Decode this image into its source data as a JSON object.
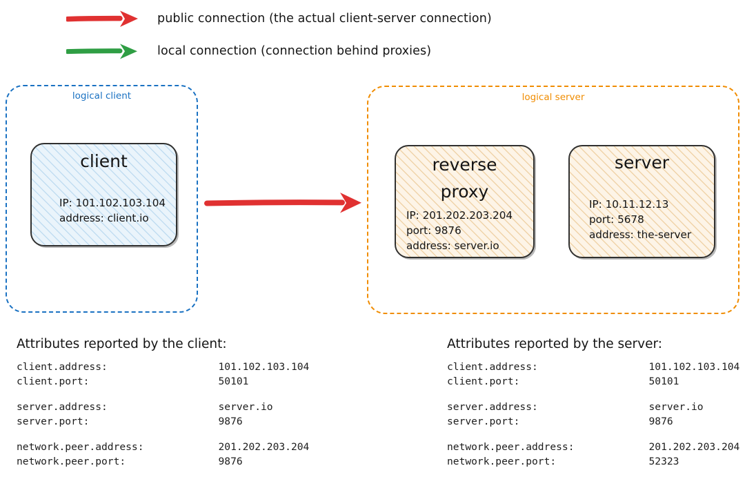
{
  "legend": {
    "items": [
      {
        "arrow": "red-arrow-icon",
        "color": "#e03131",
        "label": "public connection (the actual client-server connection)"
      },
      {
        "arrow": "green-arrow-icon",
        "color": "#2f9e44",
        "label": "local connection (connection behind proxies)"
      }
    ]
  },
  "diagram": {
    "connection_arrow": {
      "name": "public-connection-arrow",
      "color": "#e03131"
    },
    "client_group": {
      "label": "logical client",
      "color": "#1971c2",
      "node": {
        "title": "client",
        "lines": "IP: 101.102.103.104\naddress: client.io",
        "fill": "#eaf4fb",
        "hatch": "#b9d8ef"
      }
    },
    "server_group": {
      "label": "logical server",
      "color": "#f08c00",
      "nodes": [
        {
          "title": "reverse\nproxy",
          "lines": "IP: 201.202.203.204\nport: 9876\naddress: server.io",
          "fill": "#fdf4e7",
          "hatch": "#edcd9d"
        },
        {
          "title": "server",
          "lines": "IP: 10.11.12.13\nport: 5678\naddress: the-server",
          "fill": "#fdf4e7",
          "hatch": "#edcd9d"
        }
      ]
    }
  },
  "attributes": {
    "client_panel": {
      "heading": "Attributes reported by the client:",
      "groups": [
        [
          {
            "key": "client.address:",
            "value": "101.102.103.104"
          },
          {
            "key": "client.port:",
            "value": "50101"
          }
        ],
        [
          {
            "key": "server.address:",
            "value": "server.io"
          },
          {
            "key": "server.port:",
            "value": "9876"
          }
        ],
        [
          {
            "key": "network.peer.address:",
            "value": "201.202.203.204"
          },
          {
            "key": "network.peer.port:",
            "value": "9876"
          }
        ]
      ]
    },
    "server_panel": {
      "heading": "Attributes reported by the server:",
      "groups": [
        [
          {
            "key": "client.address:",
            "value": "101.102.103.104"
          },
          {
            "key": "client.port:",
            "value": "50101"
          }
        ],
        [
          {
            "key": "server.address:",
            "value": "server.io"
          },
          {
            "key": "server.port:",
            "value": "9876"
          }
        ],
        [
          {
            "key": "network.peer.address:",
            "value": "201.202.203.204"
          },
          {
            "key": "network.peer.port:",
            "value": "52323"
          }
        ]
      ]
    }
  }
}
